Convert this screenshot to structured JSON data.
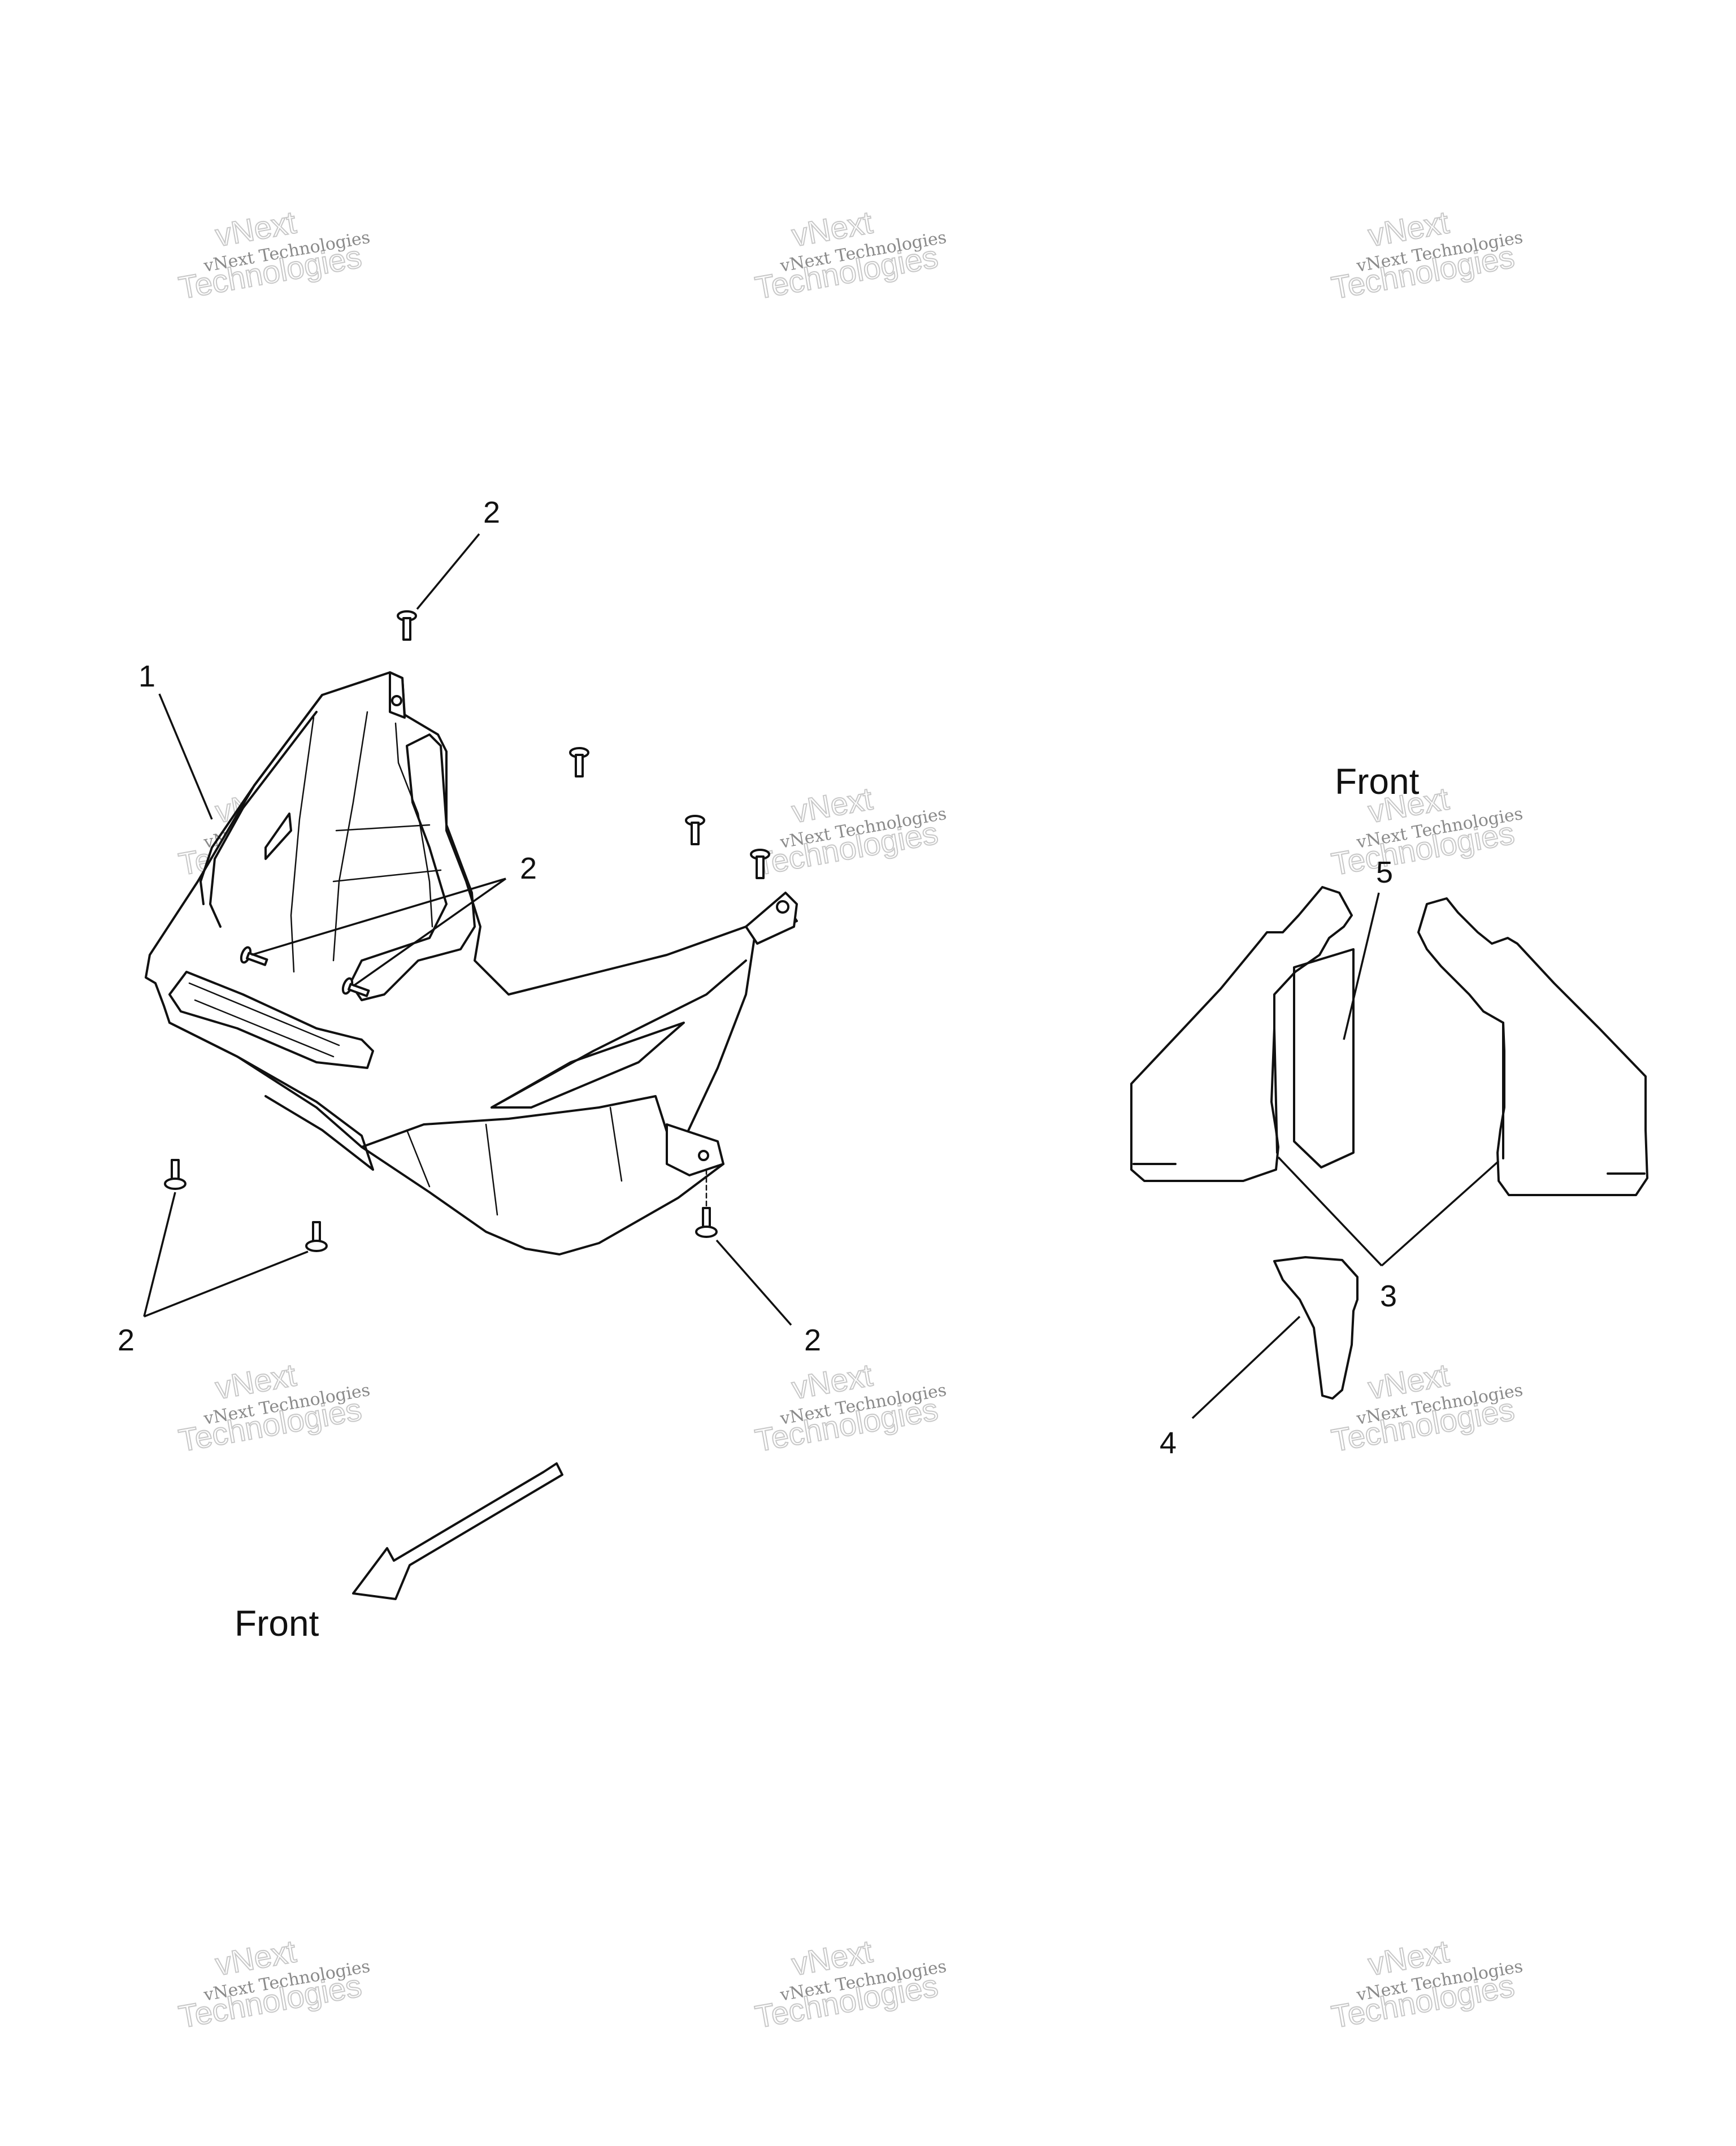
{
  "watermark": {
    "line1": "vNext Technologies",
    "line2": "vNext",
    "line3": "Technologies"
  },
  "labels": {
    "front_left": "Front",
    "front_right": "Front"
  },
  "callouts": {
    "c1": "1",
    "c2_top": "2",
    "c2_mid": "2",
    "c2_left": "2",
    "c2_right": "2",
    "c3": "3",
    "c4": "4",
    "c5": "5"
  }
}
